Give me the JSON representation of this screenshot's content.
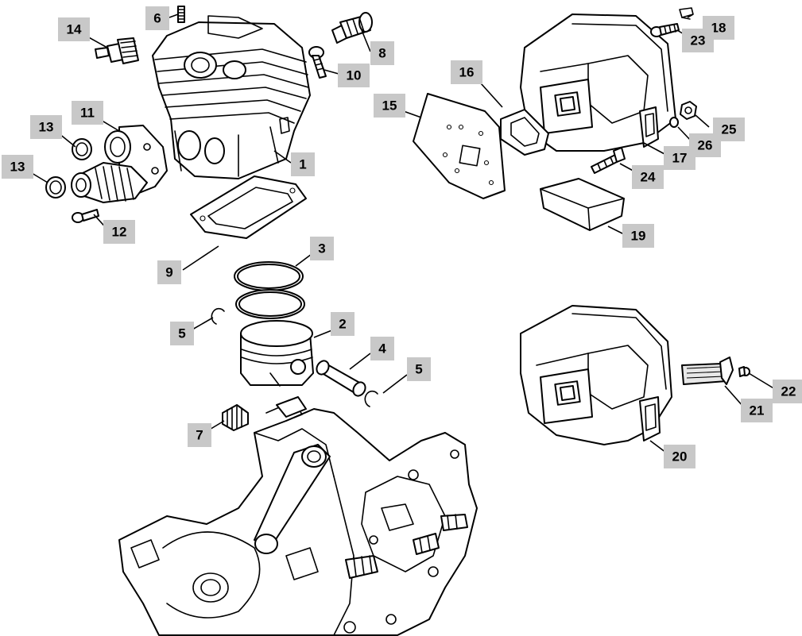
{
  "diagram": {
    "type": "exploded-parts-diagram",
    "callouts": [
      {
        "id": "14",
        "label": "14"
      },
      {
        "id": "6",
        "label": "6"
      },
      {
        "id": "8",
        "label": "8"
      },
      {
        "id": "10",
        "label": "10"
      },
      {
        "id": "1",
        "label": "1"
      },
      {
        "id": "11",
        "label": "11"
      },
      {
        "id": "13a",
        "label": "13"
      },
      {
        "id": "13b",
        "label": "13"
      },
      {
        "id": "12",
        "label": "12"
      },
      {
        "id": "9",
        "label": "9"
      },
      {
        "id": "3",
        "label": "3"
      },
      {
        "id": "2",
        "label": "2"
      },
      {
        "id": "5a",
        "label": "5"
      },
      {
        "id": "4",
        "label": "4"
      },
      {
        "id": "5b",
        "label": "5"
      },
      {
        "id": "7",
        "label": "7"
      },
      {
        "id": "16",
        "label": "16"
      },
      {
        "id": "15",
        "label": "15"
      },
      {
        "id": "18",
        "label": "18"
      },
      {
        "id": "23",
        "label": "23"
      },
      {
        "id": "25",
        "label": "25"
      },
      {
        "id": "26",
        "label": "26"
      },
      {
        "id": "17",
        "label": "17"
      },
      {
        "id": "24",
        "label": "24"
      },
      {
        "id": "19",
        "label": "19"
      },
      {
        "id": "22",
        "label": "22"
      },
      {
        "id": "21",
        "label": "21"
      },
      {
        "id": "20",
        "label": "20"
      }
    ]
  }
}
